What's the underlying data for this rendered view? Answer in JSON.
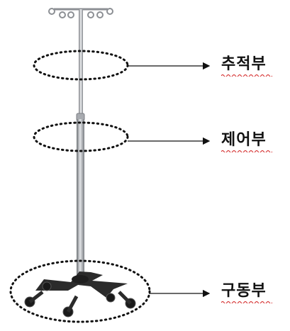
{
  "parts": [
    {
      "id": "tracking",
      "label": "추적부"
    },
    {
      "id": "control",
      "label": "제어부"
    },
    {
      "id": "drive",
      "label": "구동부"
    }
  ],
  "colors": {
    "callout": "#111111",
    "pole": "#9a9ea3",
    "base": "#2b2b2b",
    "spellcheck_underline": "#d22020"
  }
}
